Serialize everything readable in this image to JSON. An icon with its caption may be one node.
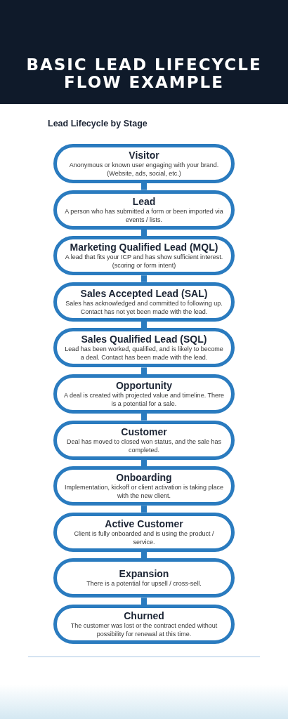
{
  "diagram": {
    "title": "BASIC LEAD LIFECYCLE FLOW EXAMPLE",
    "nodes": [
      {
        "text": [
          "Visitor",
          "Anonymous or known user engaging with your brand. (Website, ads, social, etc.)"
        ]
      },
      {
        "text": [
          "Lead",
          "A person who has submitted a form or been imported via events / lists."
        ]
      },
      {
        "text": [
          "Marketing Qualified Lead (MQL)",
          "A lead that fits your ICP and has show sufficient interest. (scoring or form intent)"
        ]
      },
      {
        "text": [
          "Sales Accepted Lead (SAL)",
          "Sales has acknowledged and committed to following up. Contact has not yet been made with the lead."
        ]
      },
      {
        "text": [
          "Sales Qualified Lead (SQL)",
          "Lead has been worked, qualified, and is likely to become a deal.  Contact has been made with the lead."
        ]
      },
      {
        "text": [
          "Opportunity",
          "A deal is created with projected value and timeline.  There is a potential for a sale."
        ]
      },
      {
        "text": [
          "Customer",
          "Deal has moved to closed won status, and the sale has completed."
        ]
      },
      {
        "text": [
          "Onboarding",
          "Implementation, kickoff or client activation is taking place with the new client."
        ]
      },
      {
        "text": [
          "Active Customer",
          "Client is fully onboarded and is using the product / service."
        ]
      },
      {
        "text": [
          "Expansion",
          "There is a potential for upsell / cross-sell."
        ]
      },
      {
        "text": [
          "Churned",
          "The customer was lost or the contract ended without possibility for renewal at this time."
        ]
      }
    ],
    "edges": [
      {
        "from": 0,
        "to": 1,
        "arrow": "none"
      },
      {
        "from": 1,
        "to": 2,
        "arrow": "none"
      },
      {
        "from": 2,
        "to": 3,
        "arrow": "none"
      },
      {
        "from": 3,
        "to": 4,
        "arrow": "none"
      },
      {
        "from": 4,
        "to": 5,
        "arrow": "none"
      },
      {
        "from": 5,
        "to": 6,
        "arrow": "none"
      },
      {
        "from": 6,
        "to": 7,
        "arrow": "none"
      },
      {
        "from": 7,
        "to": 8,
        "arrow": "none"
      },
      {
        "from": 8,
        "to": 9,
        "arrow": "none"
      },
      {
        "from": 9,
        "to": 10,
        "arrow": "none"
      }
    ],
    "labels": [
      "Lead Lifecycle by Stage"
    ]
  }
}
